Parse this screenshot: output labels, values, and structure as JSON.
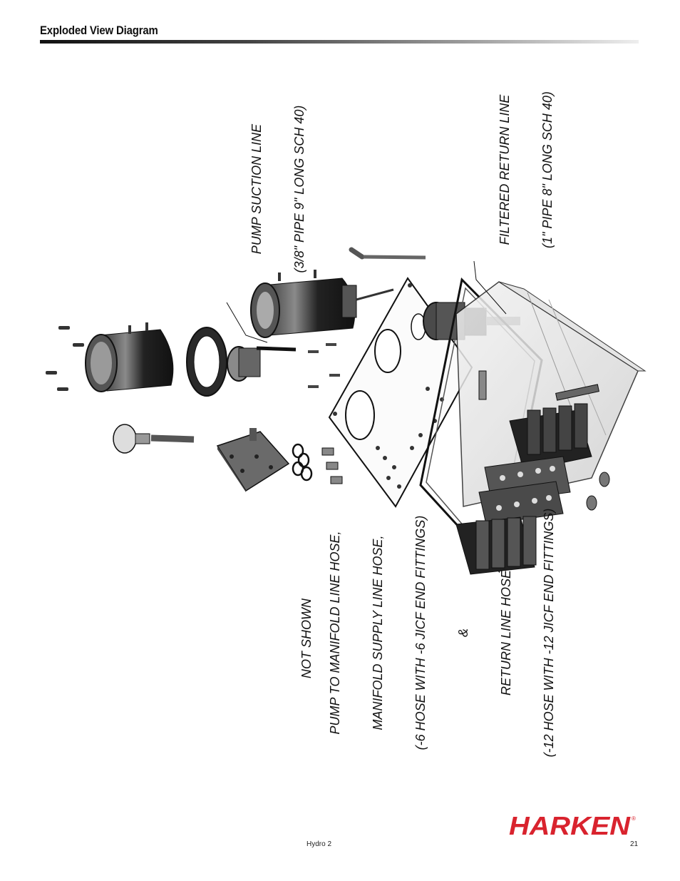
{
  "header": {
    "title": "Exploded View Diagram"
  },
  "labels": {
    "pump_suction_1": "PUMP SUCTION LINE",
    "pump_suction_2": "(3/8\" PIPE 9\" LONG SCH 40)",
    "filtered_return_1": "FILTERED RETURN LINE",
    "filtered_return_2": "(1\" PIPE 8\" LONG SCH 40)",
    "not_shown": "NOT SHOWN",
    "hose_1": "PUMP TO MANIFOLD LINE HOSE,",
    "hose_2": "MANIFOLD SUPPLY LINE HOSE,",
    "hose_3": "(-6 HOSE WITH -6 JICF END FITTINGS)",
    "hose_4": "&",
    "hose_5": "RETURN LINE HOSE",
    "hose_6": "(-12 HOSE WITH -12 JICF END FITTINGS)"
  },
  "footer": {
    "doc_name": "Hydro 2",
    "page_number": "21",
    "brand": "HARKEN",
    "registered": "®"
  },
  "colors": {
    "brand_red": "#d9232e",
    "part_dark": "#1a1a1a",
    "part_mid": "#6b6b6b",
    "part_light": "#c8c8c8"
  }
}
